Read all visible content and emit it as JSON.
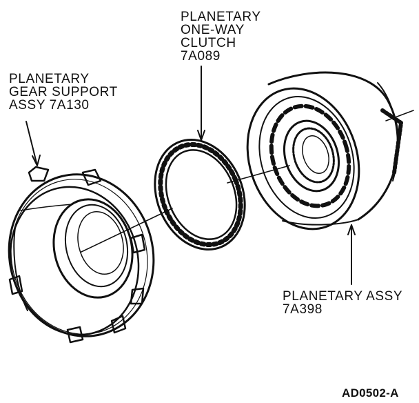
{
  "parts": [
    {
      "id": "gear-support",
      "lines": [
        "PLANETARY",
        "GEAR SUPPORT",
        "ASSY 7A130"
      ]
    },
    {
      "id": "one-way-clutch",
      "lines": [
        "PLANETARY",
        "ONE-WAY",
        "CLUTCH",
        "7A089"
      ]
    },
    {
      "id": "planetary-assy",
      "lines": [
        "PLANETARY ASSY",
        "7A398"
      ]
    }
  ],
  "figure_id": "AD0502-A",
  "colors": {
    "ink": "#111111",
    "paper": "#ffffff"
  }
}
